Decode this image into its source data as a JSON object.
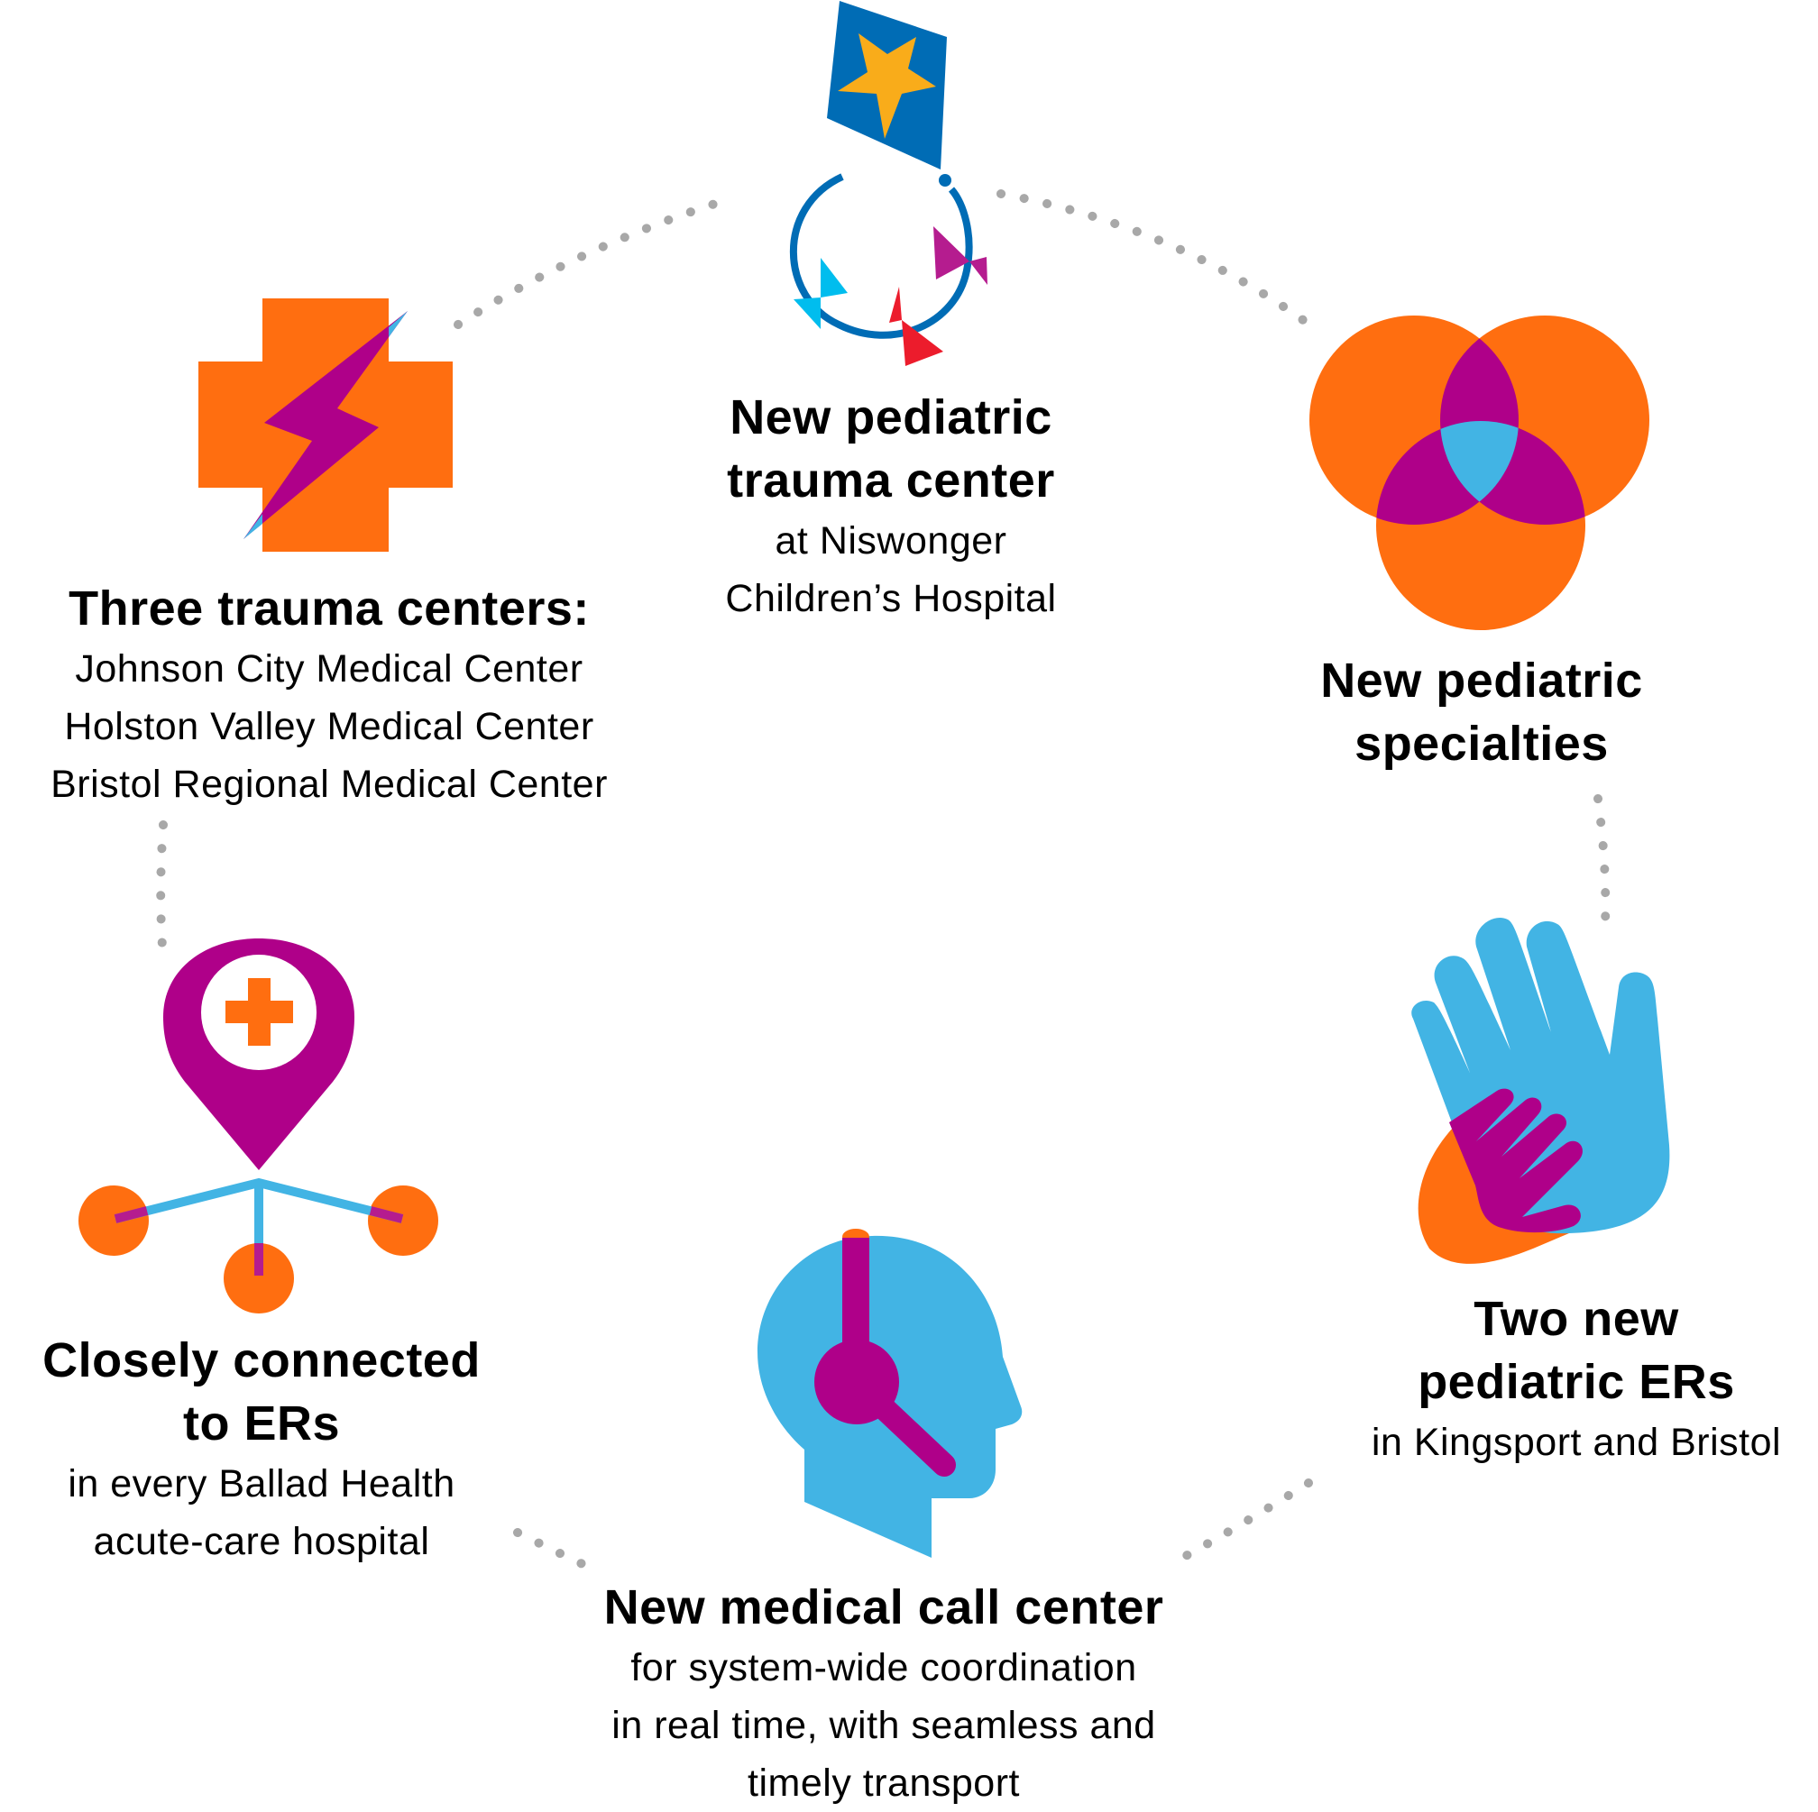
{
  "colors": {
    "orange": "#FF6E10",
    "magenta": "#AF0089",
    "sky_blue": "#42B4E4",
    "kite_blue": "#006CB5",
    "star_yellow": "#F9AC1A",
    "bow_cyan": "#00BDEE",
    "bow_red": "#EC1C2C",
    "bow_purple": "#B51C8F",
    "connector_gray": "#A8A8A8"
  },
  "items": {
    "pediatric_trauma": {
      "icon": "kite-icon",
      "title_lines": [
        "New pediatric",
        "trauma center"
      ],
      "sub_lines": [
        "at Niswonger",
        "Children’s Hospital"
      ]
    },
    "pediatric_specialties": {
      "icon": "venn-circles-icon",
      "title_lines": [
        "New pediatric",
        "specialties"
      ],
      "sub_lines": []
    },
    "pediatric_ers": {
      "icon": "hands-icon",
      "title_lines": [
        "Two new",
        "pediatric ERs"
      ],
      "sub_lines": [
        "in Kingsport and Bristol"
      ]
    },
    "call_center": {
      "icon": "headset-icon",
      "title_lines": [
        "New medical call center"
      ],
      "sub_lines": [
        "for system-wide coordination",
        "in real time, with seamless and",
        "timely transport"
      ]
    },
    "connected_ers": {
      "icon": "location-network-icon",
      "title_lines": [
        "Closely connected",
        "to ERs"
      ],
      "sub_lines": [
        "in every Ballad Health",
        "acute-care hospital"
      ]
    },
    "trauma_centers": {
      "icon": "medical-cross-lightning-icon",
      "title_lines": [
        "Three trauma centers:"
      ],
      "sub_lines": [
        "Johnson City Medical Center",
        "Holston Valley Medical Center",
        "Bristol Regional Medical Center"
      ]
    }
  }
}
